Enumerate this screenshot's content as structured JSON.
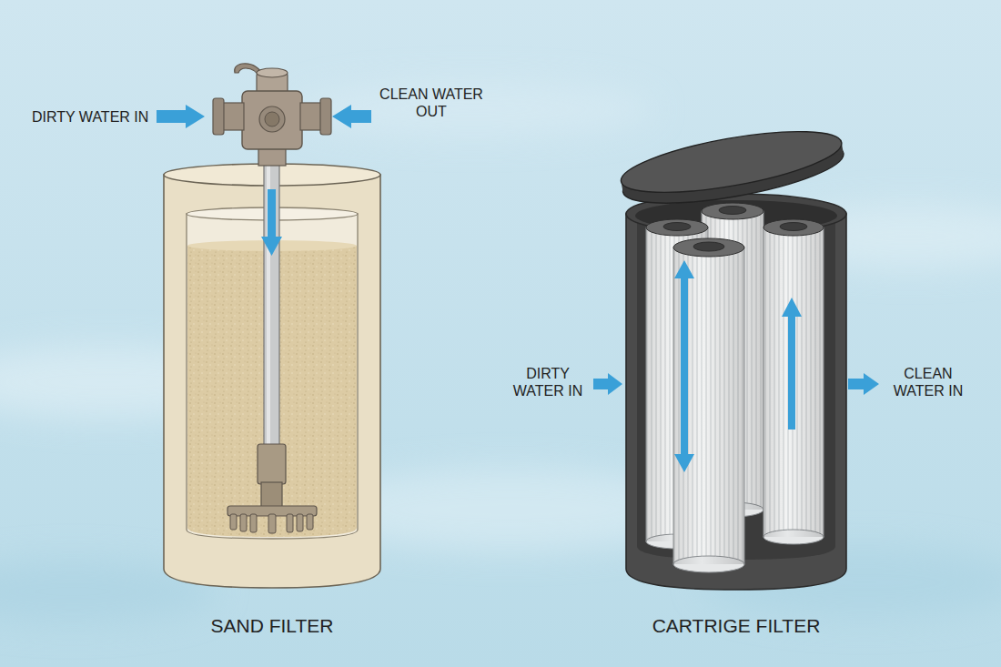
{
  "diagram": {
    "nodes": [
      {
        "text": [
          "SAND FILTER"
        ]
      },
      {
        "text": [
          "CARTRIGE FILTER"
        ]
      }
    ],
    "labels": [
      "DIRTY WATER IN",
      "CLEAN WATER OUT",
      "DIRTY WATER IN",
      "CLEAN WATER IN"
    ]
  }
}
